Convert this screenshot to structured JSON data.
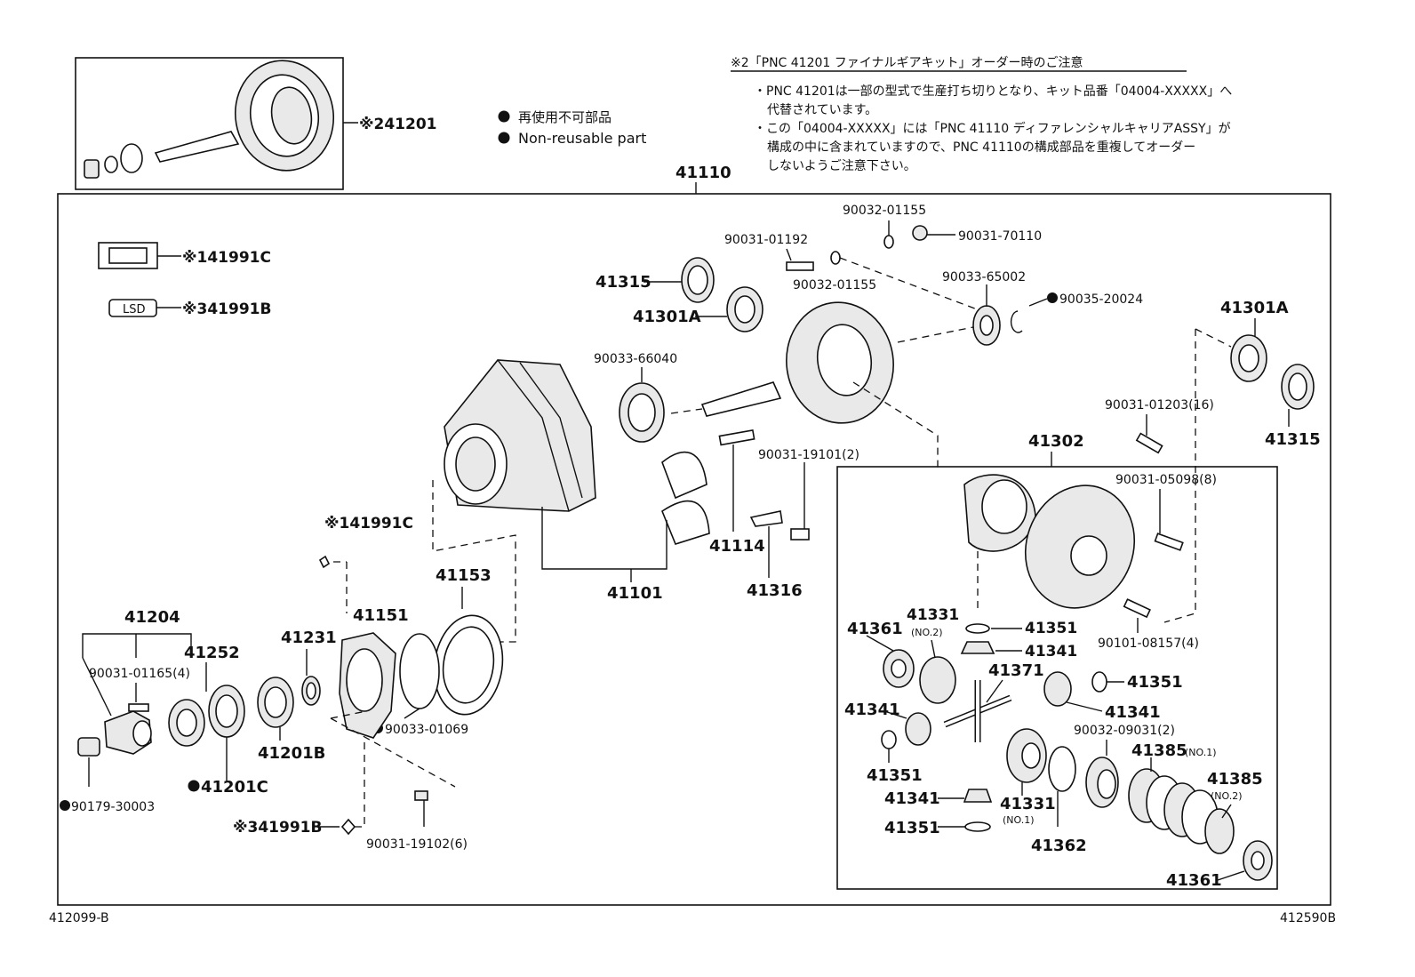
{
  "legend": {
    "non_reusable_ja": "再使用不可部品",
    "non_reusable_en": "Non-reusable part"
  },
  "note": {
    "title": "※2「PNC 41201 ファイナルギアキット」オーダー時のご注意",
    "line1": "・PNC 41201は一部の型式で生産打ち切りとなり、キット品番「04004-XXXXX」へ",
    "line2": "代替されています。",
    "line3": "・この「04004-XXXXX」には「PNC 41110 ディファレンシャルキャリアASSY」が",
    "line4": "構成の中に含まれていますので、PNC 41110の構成部品を重複してオーダー",
    "line5": "しないようご注意下さい。"
  },
  "inset_label": "※241201",
  "main_assembly_label": "41110",
  "sub_assembly_label": "41302",
  "labels": {
    "l_41991C_a": "※141991C",
    "l_41991B_a": "※341991B",
    "lsd_tag": "LSD",
    "l_41315_a": "41315",
    "l_41301A_a": "41301A",
    "l_90031_01192": "90031-01192",
    "l_90032_01155_a": "90032-01155",
    "l_90032_01155_b": "90032-01155",
    "l_90031_70110": "90031-70110",
    "l_90033_65002": "90033-65002",
    "l_90035_20024": "90035-20024",
    "l_90033_66040": "90033-66040",
    "l_41301A_b": "41301A",
    "l_41315_b": "41315",
    "l_90031_01203": "90031-01203(16)",
    "l_90031_19101": "90031-19101(2)",
    "l_90031_05098": "90031-05098(8)",
    "l_41114": "41114",
    "l_41316": "41316",
    "l_41101": "41101",
    "l_41991C_b": "※141991C",
    "l_41153": "41153",
    "l_41151": "41151",
    "l_41231": "41231",
    "l_41204": "41204",
    "l_41252": "41252",
    "l_90031_01165": "90031-01165(4)",
    "l_90033_01069": "90033-01069",
    "l_41201B": "41201B",
    "l_41201C": "41201C",
    "l_90179_30003": "90179-30003",
    "l_41991B_b": "※341991B",
    "l_90031_19102": "90031-19102(6)",
    "l_41361_a": "41361",
    "l_41331_a": "41331",
    "l_no2_a": "(NO.2)",
    "l_41351_a": "41351",
    "l_41341_a": "41341",
    "l_90101_08157": "90101-08157(4)",
    "l_41371": "41371",
    "l_41351_b": "41351",
    "l_41341_b": "41341",
    "l_41341_c": "41341",
    "l_90032_09031": "90032-09031(2)",
    "l_41385_a": "41385",
    "l_no1_a": "(NO.1)",
    "l_41385_b": "41385",
    "l_no2_b": "(NO.2)",
    "l_41351_c": "41351",
    "l_41341_d": "41341",
    "l_41331_b": "41331",
    "l_no1_b": "(NO.1)",
    "l_41351_d": "41351",
    "l_41362": "41362",
    "l_41361_b": "41361"
  },
  "footer": {
    "left_code": "412099-B",
    "right_code": "412590B"
  }
}
